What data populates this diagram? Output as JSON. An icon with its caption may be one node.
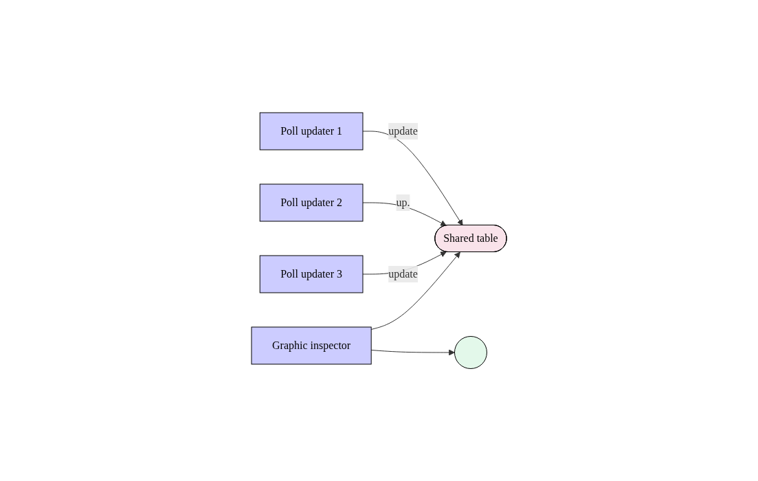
{
  "diagram": {
    "nodes": [
      {
        "text": [
          "Poll updater 1"
        ]
      },
      {
        "text": [
          "Poll updater 2"
        ]
      },
      {
        "text": [
          "Poll updater 3"
        ]
      },
      {
        "text": [
          "Shared table"
        ]
      },
      {
        "text": [
          "Graphic inspector"
        ]
      },
      {
        "text": [],
        "shape": "circle"
      }
    ],
    "edges": [
      {
        "from": 0,
        "to": 3,
        "arrow": "to",
        "label": "update"
      },
      {
        "from": 1,
        "to": 3,
        "arrow": "to",
        "label": "up."
      },
      {
        "from": 2,
        "to": 3,
        "arrow": "to",
        "label": "update"
      },
      {
        "from": 4,
        "to": 3,
        "arrow": "to"
      },
      {
        "from": 4,
        "to": 5,
        "arrow": "to"
      }
    ]
  }
}
